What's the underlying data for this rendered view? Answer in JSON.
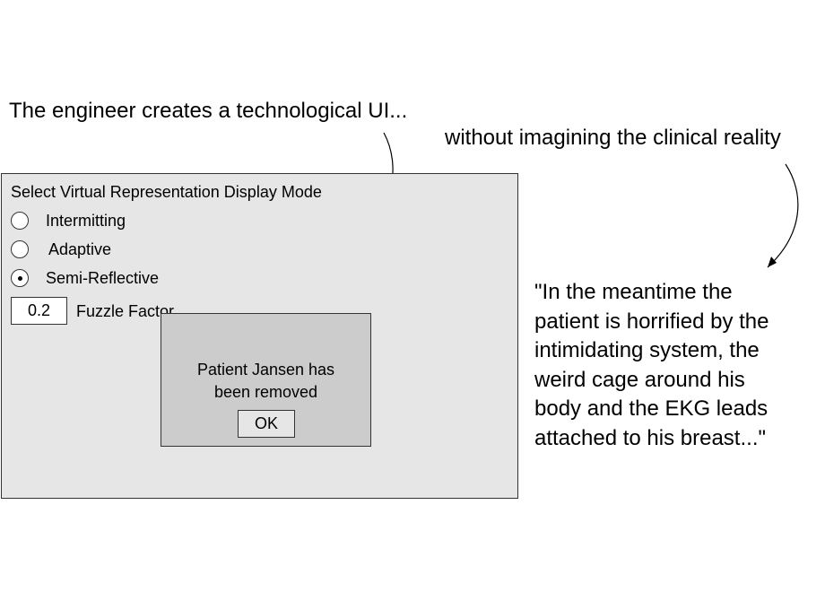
{
  "captions": {
    "engineer": "The engineer creates a technological UI...",
    "clinical": "without imagining the clinical reality"
  },
  "quote": {
    "lines": [
      "\"In the meantime the",
      "patient is horrified by the",
      "intimidating system, the",
      "weird cage around his",
      "body and the EKG leads",
      "attached to his breast...\""
    ]
  },
  "window": {
    "title": "Select Virtual Representation Display Mode",
    "options": [
      {
        "label": "Intermitting",
        "selected": false
      },
      {
        "label": "Adaptive",
        "selected": false
      },
      {
        "label": "Semi-Reflective",
        "selected": true
      }
    ],
    "fuzz_value": "0.2",
    "fuzz_label": "Fuzzle Factor"
  },
  "dialog": {
    "message_line1": "Patient Jansen has",
    "message_line2": "been removed",
    "ok_label": "OK"
  }
}
